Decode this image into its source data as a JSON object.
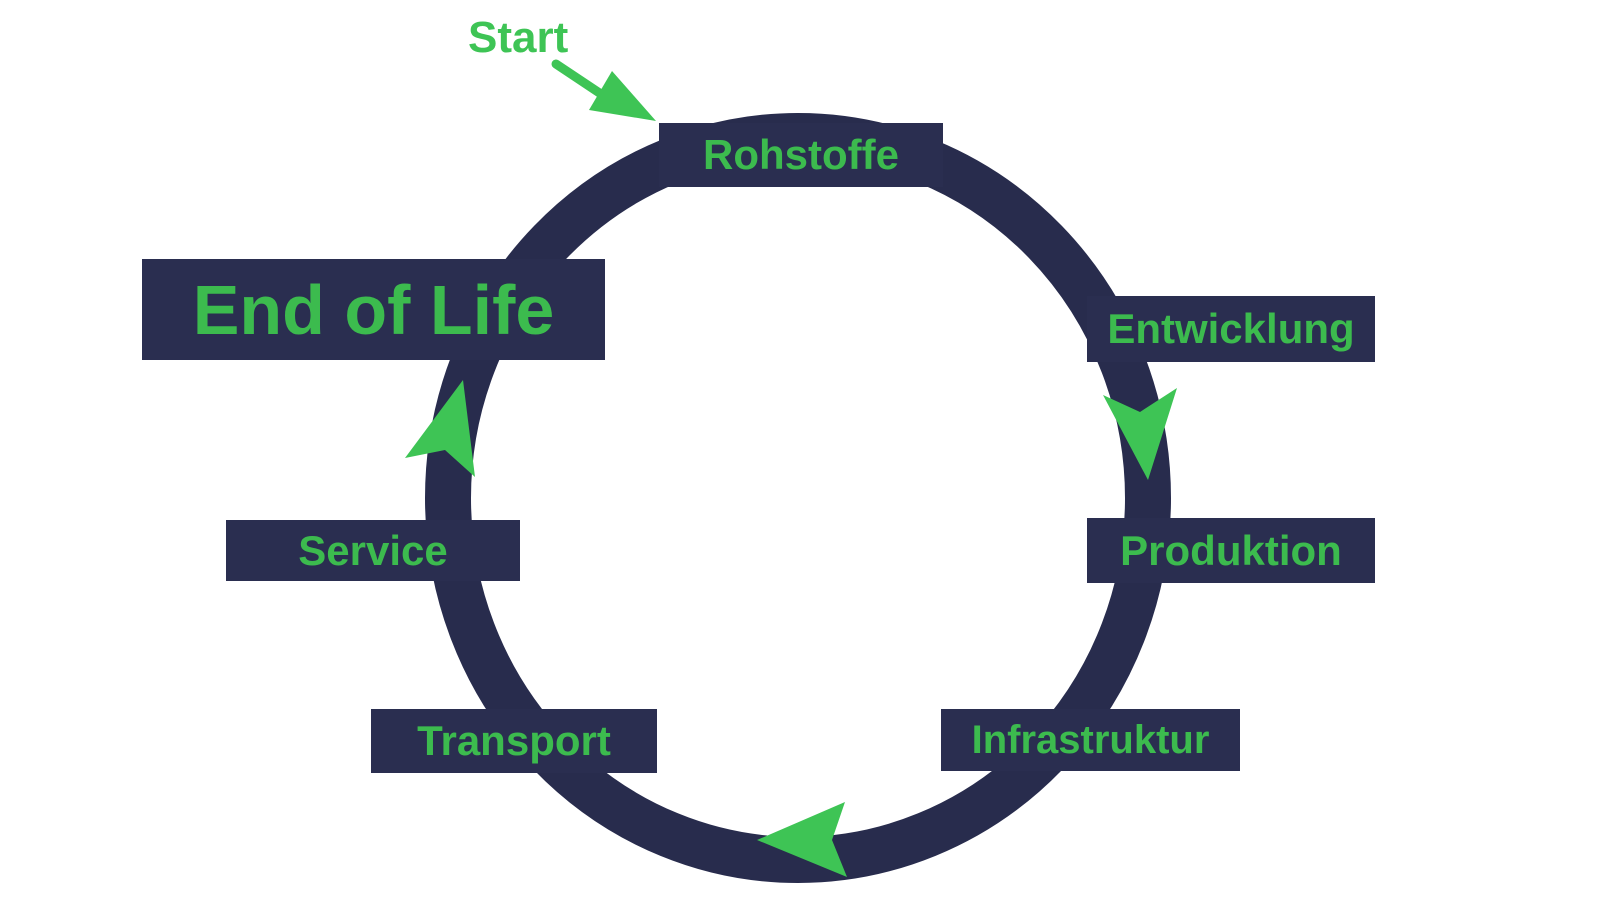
{
  "diagram": {
    "type": "cycle",
    "start_label": "Start",
    "stages": [
      {
        "id": "rohstoffe",
        "label": "Rohstoffe"
      },
      {
        "id": "entwicklung",
        "label": "Entwicklung"
      },
      {
        "id": "produktion",
        "label": "Produktion"
      },
      {
        "id": "infrastruktur",
        "label": "Infrastruktur"
      },
      {
        "id": "transport",
        "label": "Transport"
      },
      {
        "id": "service",
        "label": "Service"
      },
      {
        "id": "end_of_life",
        "label": "End of Life"
      }
    ],
    "flow_arrows": [
      {
        "id": "right-side",
        "direction": "down"
      },
      {
        "id": "bottom-side",
        "direction": "left"
      },
      {
        "id": "left-side",
        "direction": "up"
      }
    ],
    "colors": {
      "ring_navy": "#282C4D",
      "box_navy": "#2A2E50",
      "text_green": "#3CBB4E",
      "arrow_green": "#3EC455",
      "background": "#FFFFFF"
    }
  }
}
